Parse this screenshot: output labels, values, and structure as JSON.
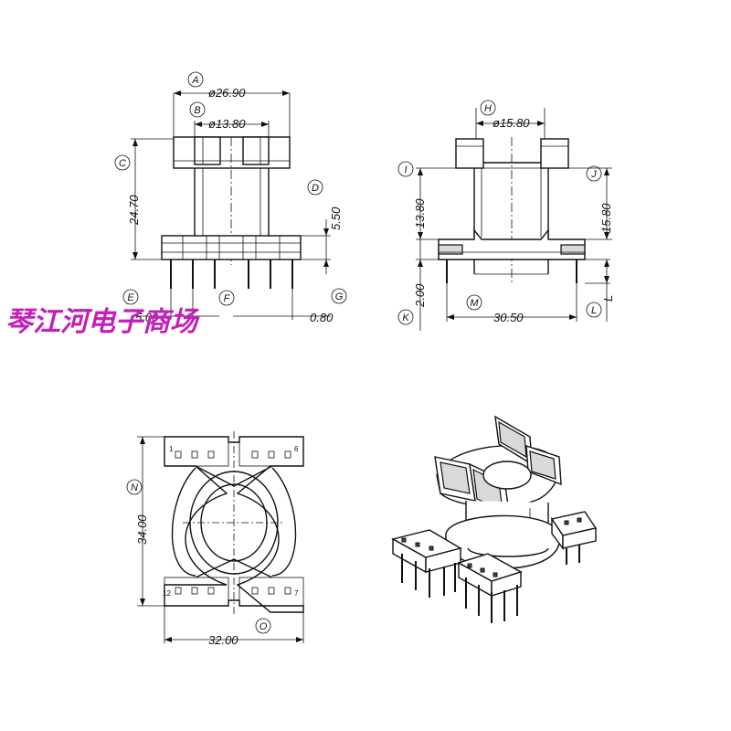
{
  "front_view": {
    "dims": {
      "A": {
        "label": "A",
        "value": "ø26.90"
      },
      "B": {
        "label": "B",
        "value": "ø13.80"
      },
      "C": {
        "label": "C",
        "value": "24.70"
      },
      "D": {
        "label": "D",
        "value": "5.50"
      },
      "E": {
        "label": "E",
        "value": "5.00"
      },
      "F": {
        "label": "F"
      },
      "G": {
        "label": "G",
        "value": "0.80"
      }
    }
  },
  "side_view": {
    "dims": {
      "H": {
        "label": "H",
        "value": "ø15.80"
      },
      "I": {
        "label": "I",
        "value": "13.80"
      },
      "J": {
        "label": "J",
        "value": "15.80"
      },
      "K": {
        "label": "K",
        "value": "2.00"
      },
      "M": {
        "label": "M",
        "value": "30.50"
      },
      "L": {
        "label": "L",
        "value": "L"
      }
    }
  },
  "bottom_view": {
    "dims": {
      "N": {
        "label": "N",
        "value": "34.00"
      },
      "O": {
        "label": "O",
        "value": "32.00"
      }
    },
    "pins": {
      "p1": "1",
      "p6": "6",
      "p7": "7",
      "p12": "12"
    }
  },
  "watermark": "琴江河电子商场"
}
